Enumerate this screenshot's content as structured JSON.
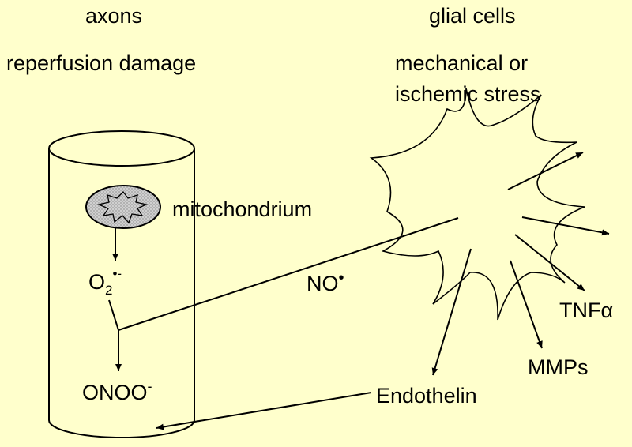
{
  "headings": {
    "left_title": "axons",
    "left_subtitle": "reperfusion damage",
    "right_title": "glial cells",
    "right_subtitle_line1": "mechanical or",
    "right_subtitle_line2": "ischemic stress"
  },
  "labels": {
    "mitochondrium": "mitochondrium",
    "superoxide_base": "O",
    "superoxide_sub": "2",
    "superoxide_sup": "•-",
    "nitric_oxide": "NO",
    "nitric_oxide_sup": "•",
    "peroxynitrite": "ONOO",
    "peroxynitrite_sup": "-",
    "tnf_base": "TNF",
    "tnf_greek": "α",
    "mmps": "MMPs",
    "endothelin": "Endothelin"
  },
  "colors": {
    "background": "#ffffcc",
    "stroke": "#000000",
    "mitochondrion_fill": "#c8c8c8"
  }
}
